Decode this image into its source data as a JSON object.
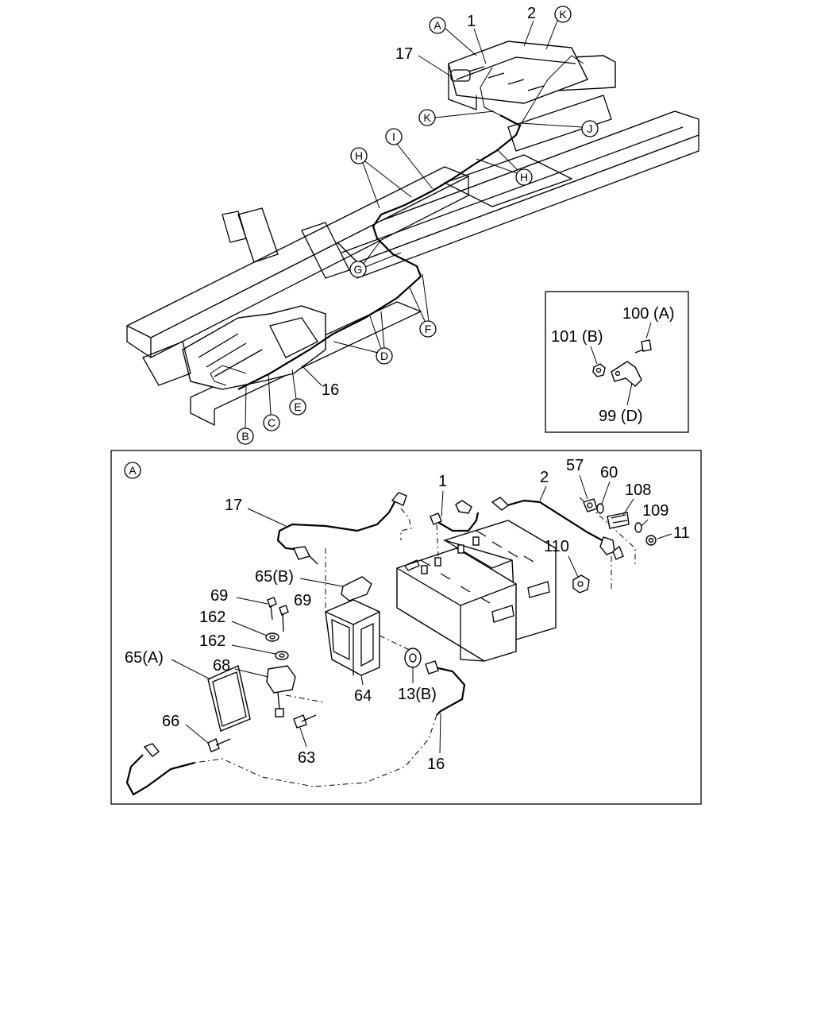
{
  "overview": {
    "part_labels": [
      "1",
      "2",
      "17",
      "16"
    ],
    "callouts": [
      "A",
      "K",
      "K",
      "J",
      "I",
      "H",
      "H",
      "G",
      "F",
      "D",
      "E",
      "C",
      "B"
    ]
  },
  "detail_inset": {
    "labels": [
      "100 (A)",
      "101 (B)",
      "99 (D)"
    ]
  },
  "detail_a": {
    "callout": "A",
    "labels": [
      "17",
      "1",
      "2",
      "57",
      "60",
      "108",
      "109",
      "11",
      "110",
      "65(B)",
      "69",
      "69",
      "162",
      "162",
      "65(A)",
      "68",
      "64",
      "13(B)",
      "66",
      "63",
      "16"
    ]
  }
}
